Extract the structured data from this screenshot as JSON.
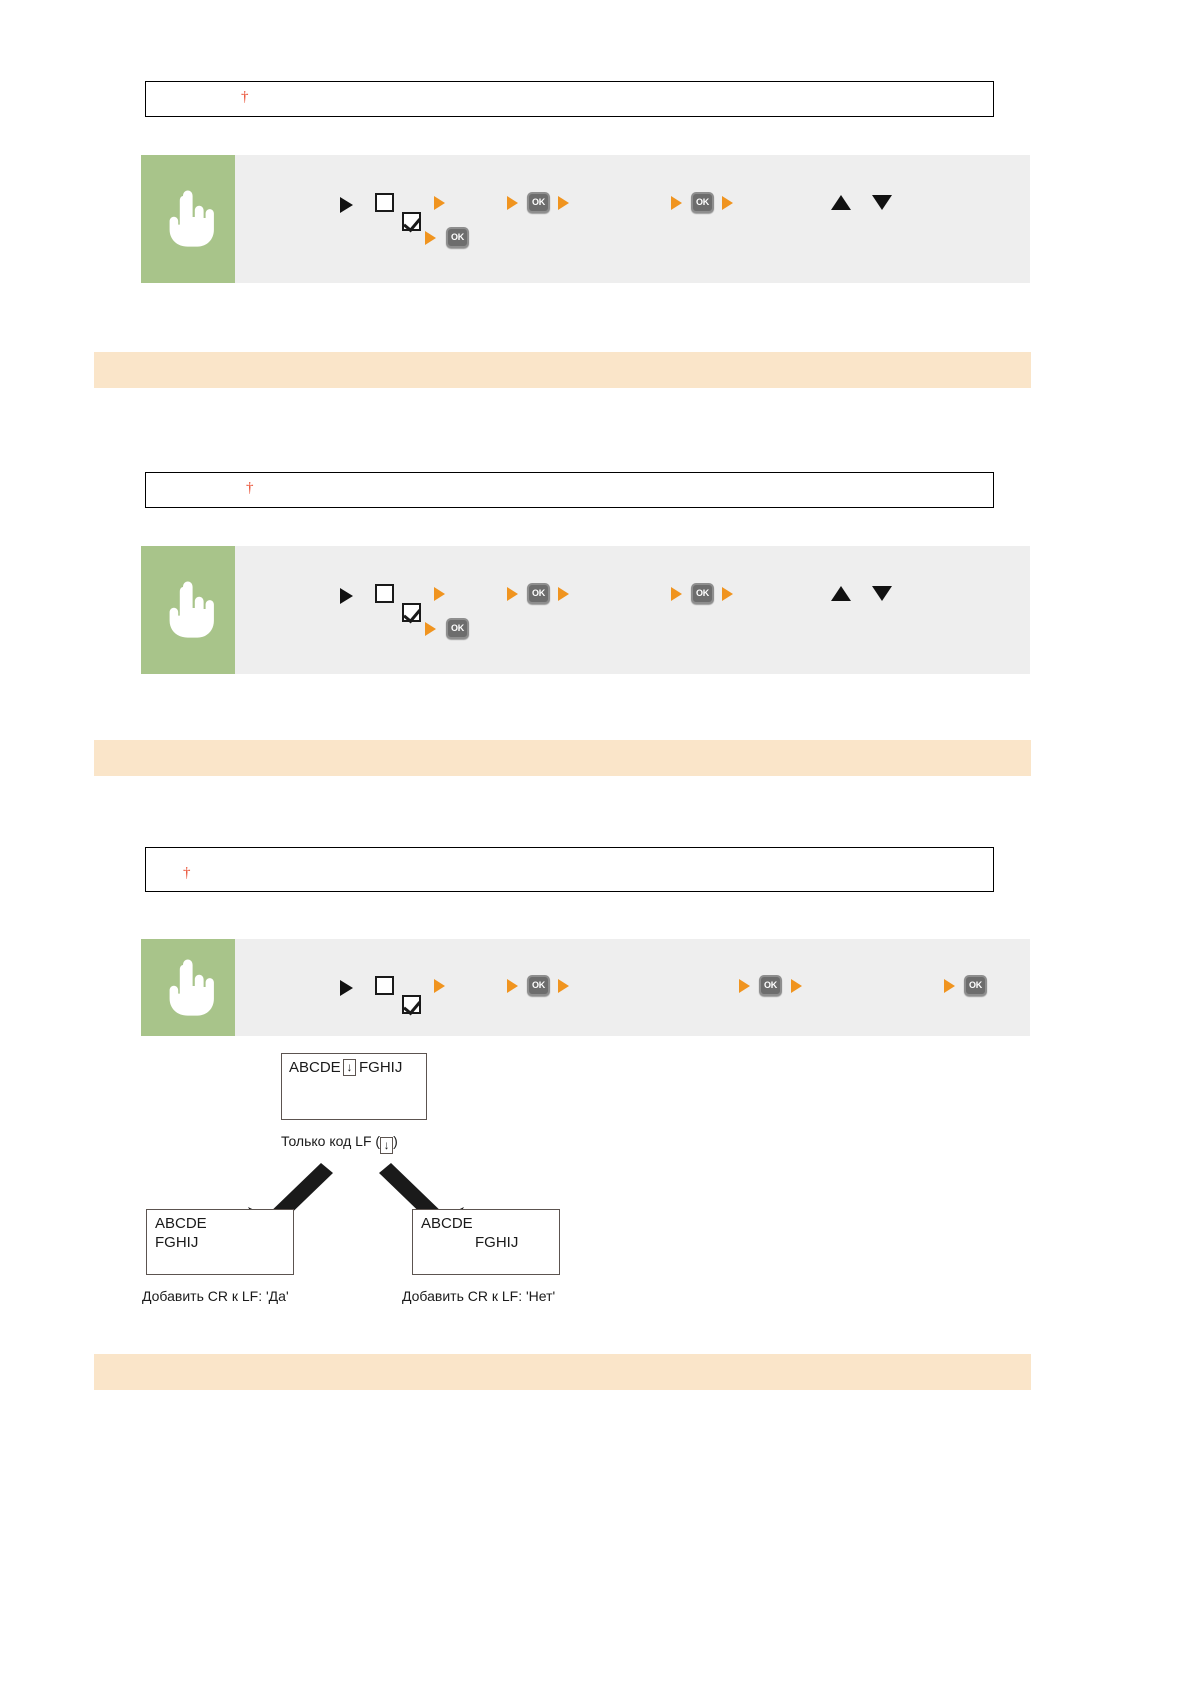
{
  "page": {
    "background": "#ffffff",
    "accent_orange": "#f0941f",
    "hand_panel_green": "#a8c48a",
    "strip_gray": "#eeeeee",
    "note_peach": "#fae5c9",
    "dagger_red": "#e8472a"
  },
  "sections": [
    {
      "id": "section-1",
      "value_box": {
        "dagger": "†"
      },
      "instruction": {
        "hand_icon": "pointing-hand-icon",
        "steps": [
          {
            "icon": "menu-triangle-icon",
            "glyph": "▶"
          },
          {
            "icon": "checkbox-empty-icon",
            "glyph": ""
          },
          {
            "icon": "checkbox-checked-icon",
            "glyph": ""
          },
          {
            "icon": "arrow-right-icon",
            "glyph": "▶"
          },
          {
            "icon": "arrow-right-icon",
            "glyph": "▶"
          },
          {
            "icon": "ok-button-icon",
            "glyph": "OK"
          },
          {
            "icon": "arrow-right-icon",
            "glyph": "▶"
          },
          {
            "icon": "arrow-right-icon",
            "glyph": "▶"
          },
          {
            "icon": "ok-button-icon",
            "glyph": "OK"
          },
          {
            "icon": "arrow-right-icon",
            "glyph": "▶"
          },
          {
            "icon": "arrow-up-icon",
            "glyph": "▲"
          },
          {
            "icon": "arrow-down-icon",
            "glyph": "▼"
          },
          {
            "icon": "arrow-right-icon",
            "glyph": "▶"
          },
          {
            "icon": "ok-button-icon",
            "glyph": "OK"
          }
        ],
        "ok_label": "OK"
      },
      "note_bar": {
        "text": ""
      }
    },
    {
      "id": "section-2",
      "value_box": {
        "dagger": "†"
      },
      "instruction": {
        "hand_icon": "pointing-hand-icon",
        "ok_label": "OK"
      },
      "note_bar": {
        "text": ""
      }
    },
    {
      "id": "section-3",
      "value_box": {
        "dagger": "†"
      },
      "instruction": {
        "hand_icon": "pointing-hand-icon",
        "ok_label": "OK"
      },
      "note_bar": {
        "text": ""
      }
    }
  ],
  "diagram": {
    "name": "cr-lf-diagram",
    "source_box": {
      "prefix": "ABCDE",
      "lf_symbol": "↓",
      "suffix": "FGHIJ"
    },
    "middle_caption_prefix": "Только код LF (",
    "middle_caption_symbol": "↓",
    "middle_caption_suffix": ")",
    "left_box": {
      "line1": "ABCDE",
      "line2": "FGHIJ"
    },
    "left_caption": "Добавить CR к LF: 'Да'",
    "right_box": {
      "line1": "ABCDE",
      "line2": "FGHIJ"
    },
    "right_caption": "Добавить CR к LF: 'Нет'"
  }
}
